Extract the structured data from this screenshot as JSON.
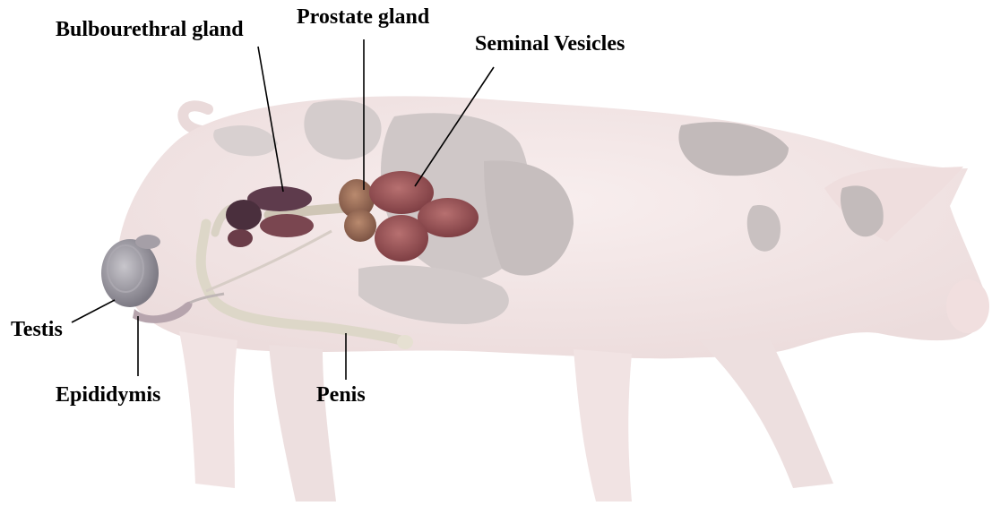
{
  "labels": {
    "bulbourethral": "Bulbourethral gland",
    "prostate": "Prostate gland",
    "seminal": "Seminal Vesicles",
    "testis": "Testis",
    "epididymis": "Epididymis",
    "penis": "Penis"
  },
  "colors": {
    "pig_body": "#f3e4e4",
    "pig_spot": "#c9c2c2",
    "gland_dark": "#5a3a4a",
    "gland_mid": "#8a4f55",
    "prostate": "#9a6a58",
    "vesicle": "#9a5558",
    "testis": "#8d8a93",
    "penis": "#ddd7c8",
    "leader_line": "#000000"
  }
}
